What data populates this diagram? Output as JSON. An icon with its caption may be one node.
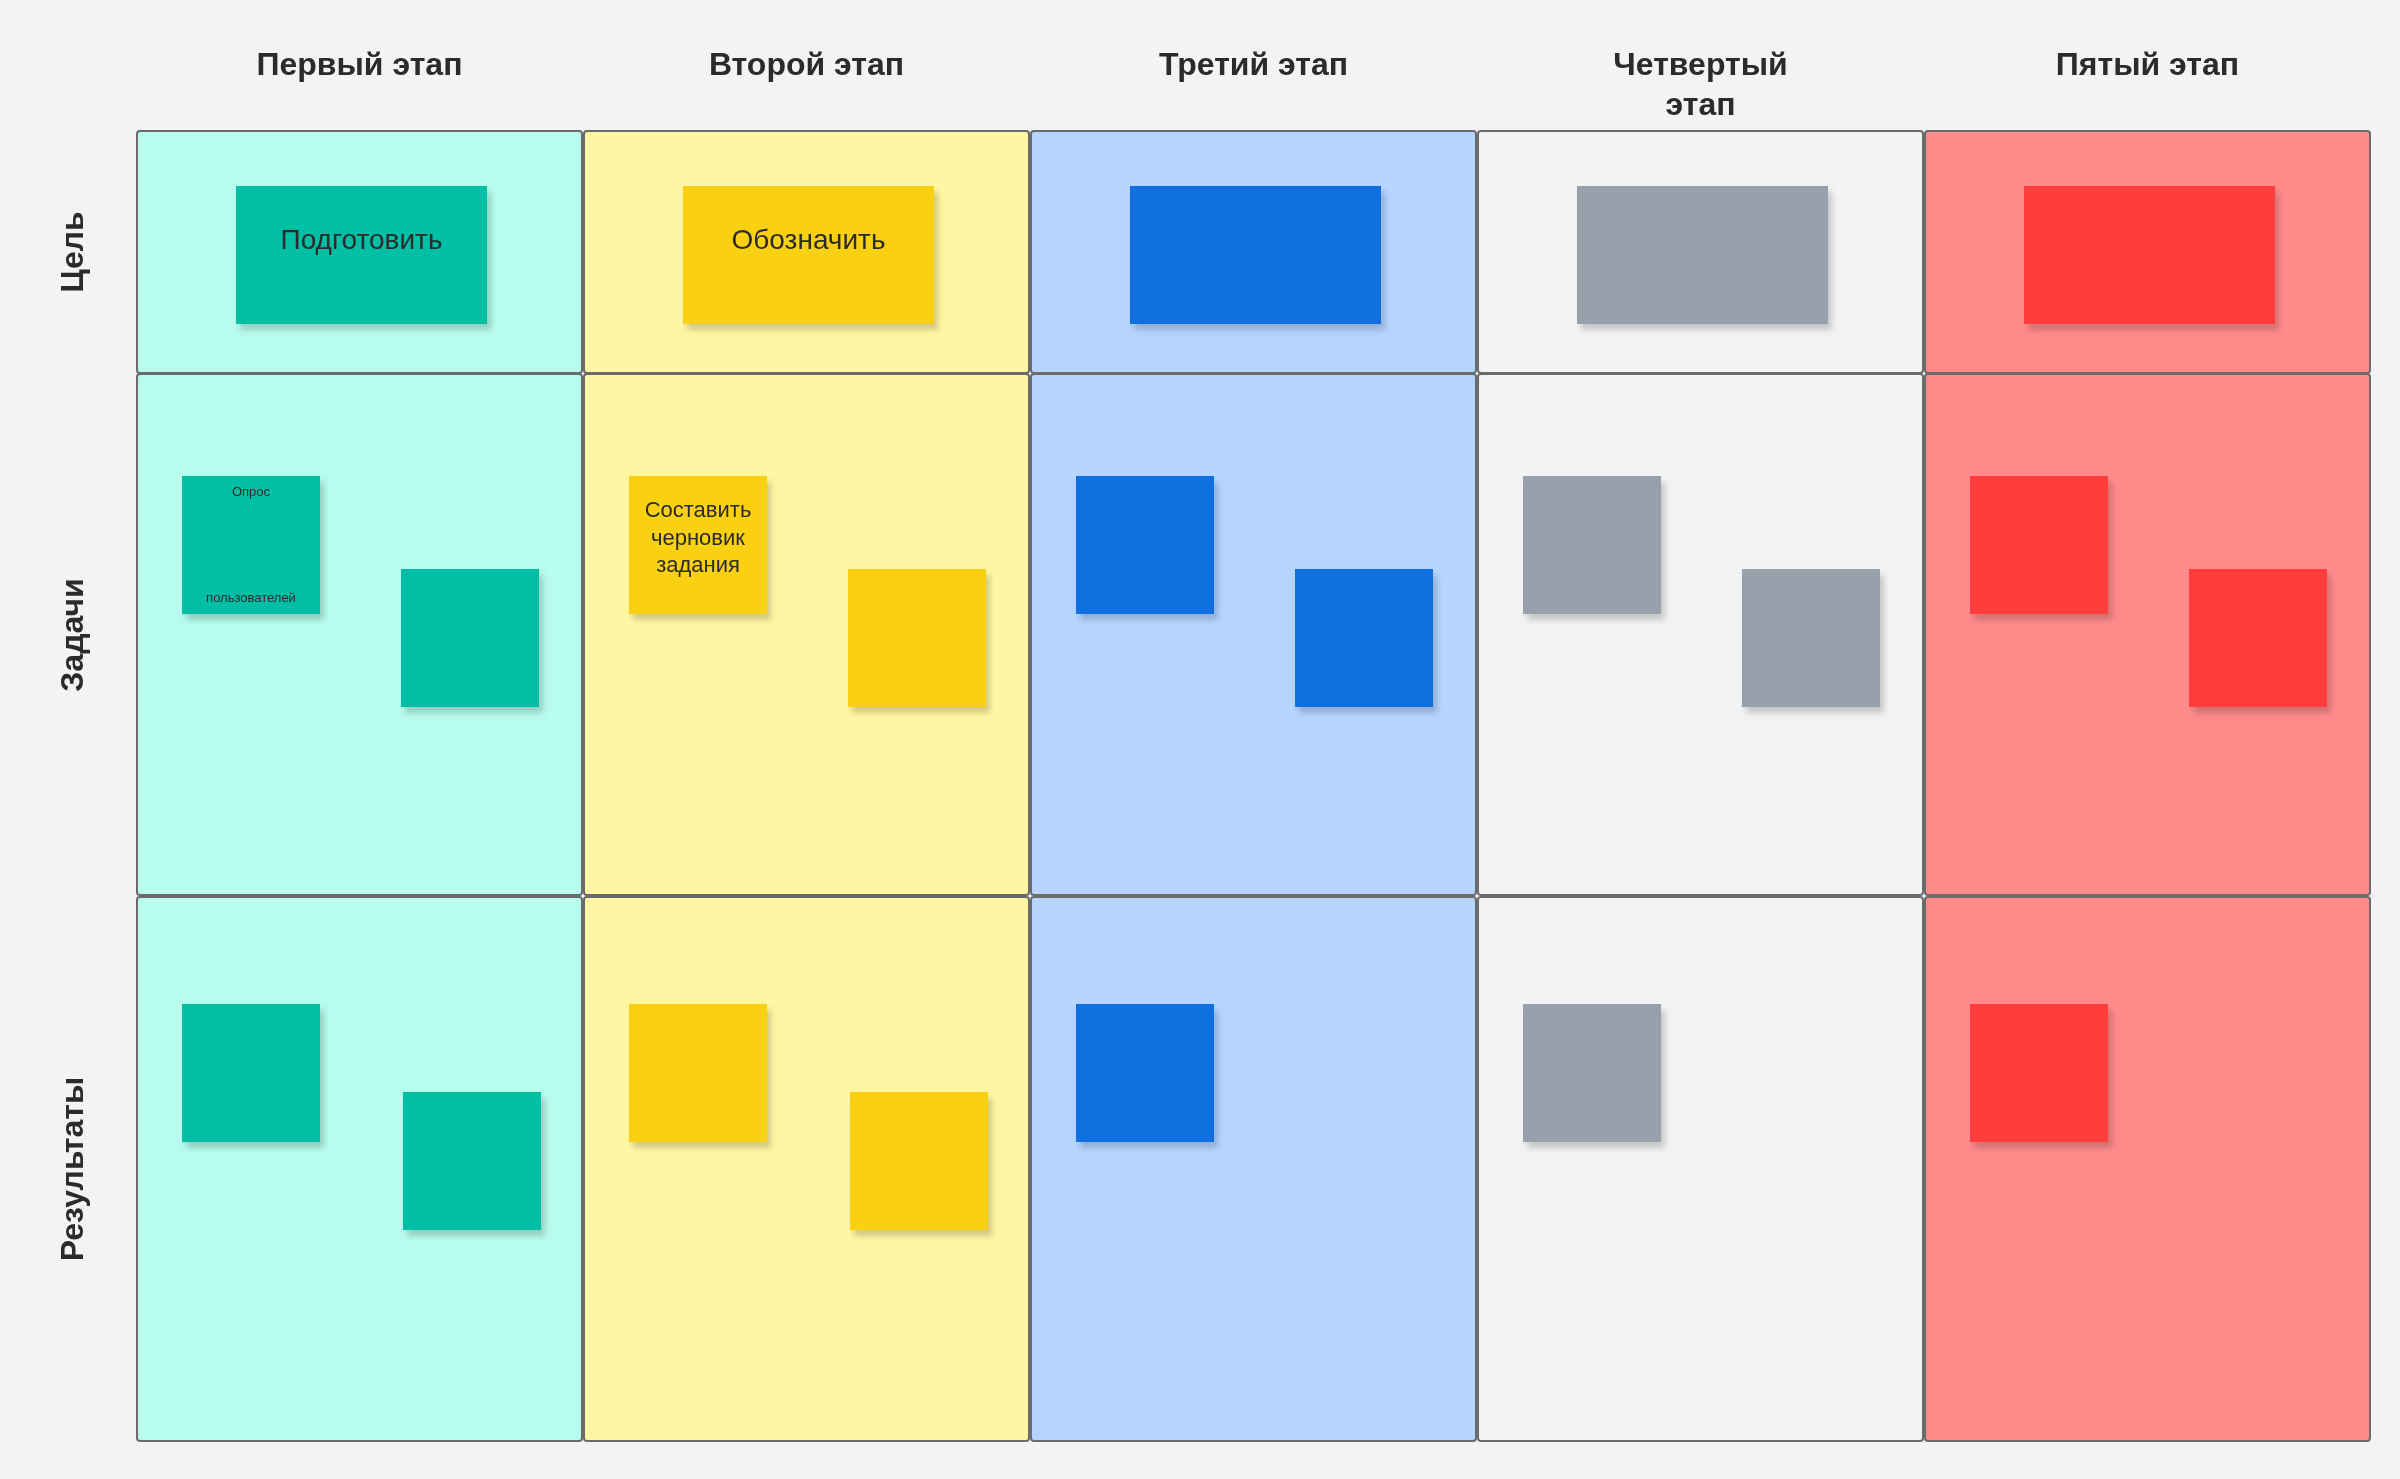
{
  "diagram": {
    "nodes": [
      {
        "text": [],
        "shape": "box"
      },
      {
        "text": [
          "Подготовить"
        ],
        "in": 0
      },
      {
        "text": [],
        "shape": "box"
      },
      {
        "text": [
          "Обозначить"
        ],
        "in": 2
      },
      {
        "text": [],
        "shape": "box"
      },
      {
        "text": [],
        "shape": "box",
        "in": 4
      },
      {
        "text": [],
        "shape": "box"
      },
      {
        "text": [],
        "shape": "box",
        "in": 6
      },
      {
        "text": [],
        "shape": "box"
      },
      {
        "text": [],
        "shape": "box",
        "in": 8
      },
      {
        "text": [],
        "shape": "box"
      },
      {
        "text": [
          "Опрос",
          "пользователей"
        ],
        "in": 10
      },
      {
        "text": [],
        "shape": "box",
        "in": 10
      },
      {
        "text": [],
        "shape": "box"
      },
      {
        "text": [
          "Составить черновик задания"
        ],
        "in": 13
      },
      {
        "text": [],
        "shape": "box",
        "in": 13
      },
      {
        "text": [],
        "shape": "box"
      },
      {
        "text": [],
        "shape": "box",
        "in": 16
      },
      {
        "text": [],
        "shape": "box",
        "in": 16
      },
      {
        "text": [],
        "shape": "box"
      },
      {
        "text": [],
        "shape": "box",
        "in": 19
      },
      {
        "text": [],
        "shape": "box",
        "in": 19
      },
      {
        "text": [],
        "shape": "box"
      },
      {
        "text": [],
        "shape": "box",
        "in": 22
      },
      {
        "text": [],
        "shape": "box",
        "in": 22
      },
      {
        "text": [],
        "shape": "box"
      },
      {
        "text": [],
        "shape": "box",
        "in": 25
      },
      {
        "text": [],
        "shape": "box",
        "in": 25
      },
      {
        "text": [],
        "shape": "box"
      },
      {
        "text": [],
        "shape": "box",
        "in": 28
      },
      {
        "text": [],
        "shape": "box",
        "in": 28
      },
      {
        "text": [],
        "shape": "box"
      },
      {
        "text": [],
        "shape": "box",
        "in": 31
      },
      {
        "text": [],
        "shape": "box"
      },
      {
        "text": [],
        "shape": "box",
        "in": 33
      },
      {
        "text": [],
        "shape": "box"
      },
      {
        "text": [],
        "shape": "box",
        "in": 35
      }
    ],
    "labels": [
      "Первый этап",
      "Второй этап",
      "Третий этап",
      "Четвертый этап",
      "Пятый этап",
      "Цель",
      "Задачи",
      "Результаты"
    ]
  }
}
